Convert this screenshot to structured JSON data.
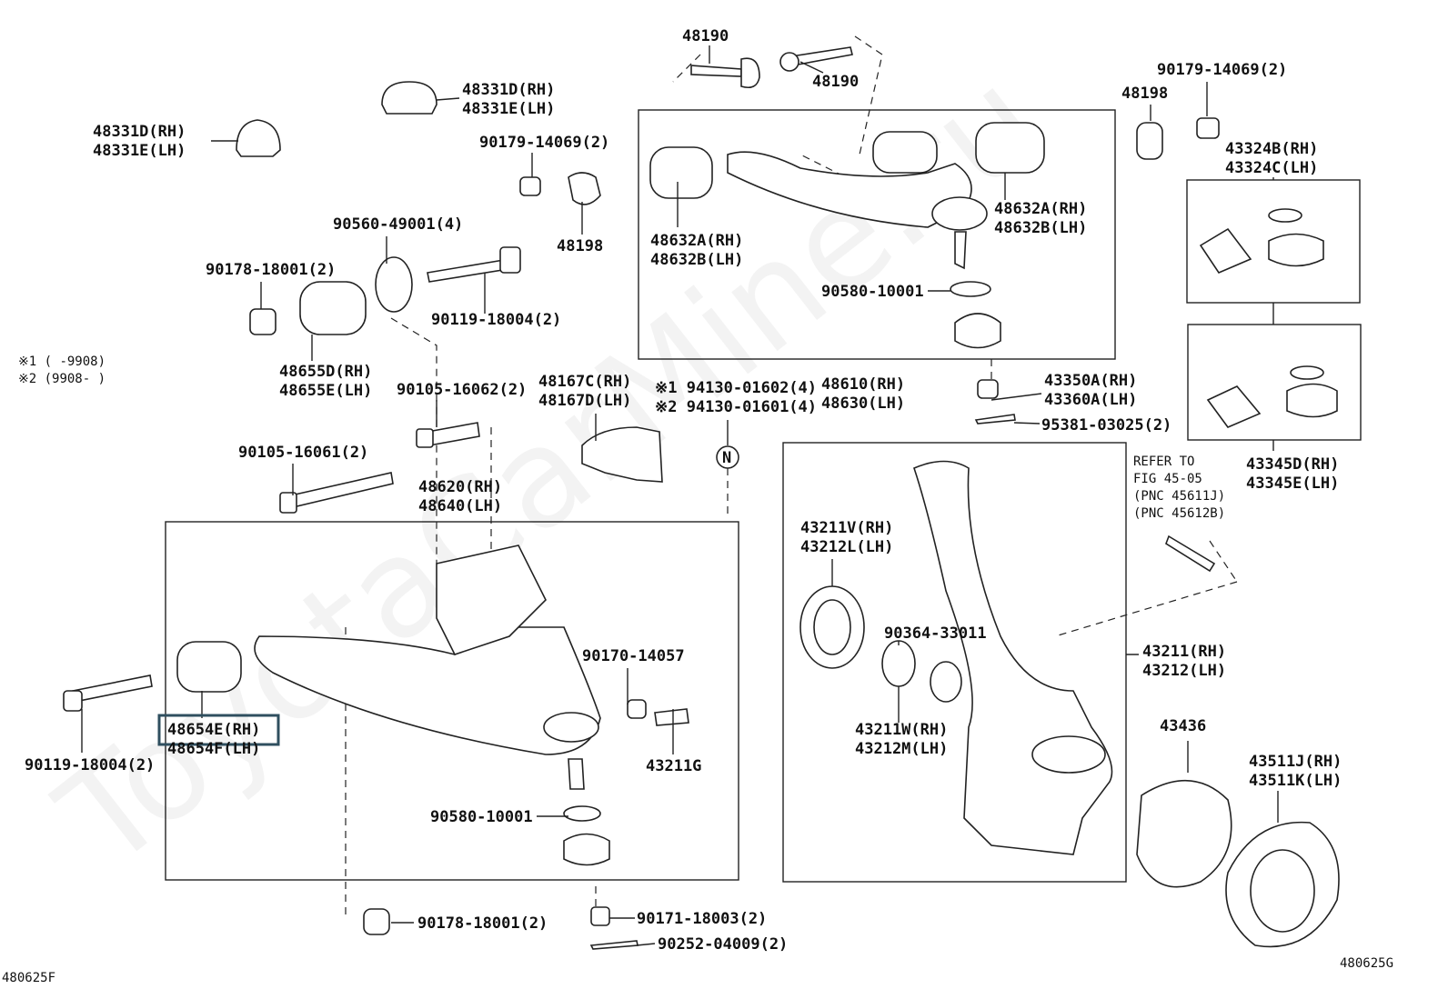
{
  "diagram": {
    "watermark": "ToyotaCarMine.ru",
    "figure_codes": [
      "480625F",
      "480625G"
    ],
    "highlight_color": "#2f4f5f",
    "highlighted_part": "48654E(RH)",
    "labels": [
      [
        "48190"
      ],
      [
        "48190"
      ],
      [
        "48331D(RH)",
        "48331E(LH)"
      ],
      [
        "48331D(RH)",
        "48331E(LH)"
      ],
      [
        "90179-14069(2)"
      ],
      [
        "48198"
      ],
      [
        "90560-49001(4)"
      ],
      [
        "90178-18001(2)"
      ],
      [
        "90119-18004(2)"
      ],
      [
        "48655D(RH)",
        "48655E(LH)"
      ],
      [
        "※1 (     -9908)",
        "※2 (9908-     )"
      ],
      [
        "90105-16062(2)"
      ],
      [
        "90105-16061(2)"
      ],
      [
        "48620(RH)",
        "48640(LH)"
      ],
      [
        "48167C(RH)",
        "48167D(LH)"
      ],
      [
        "※1 94130-01602(4)",
        "※2 94130-01601(4)"
      ],
      [
        "N"
      ],
      [
        "48632A(RH)",
        "48632B(LH)"
      ],
      [
        "48632A(RH)",
        "48632B(LH)"
      ],
      [
        "90580-10001"
      ],
      [
        "48610(RH)",
        "48630(LH)"
      ],
      [
        "48198"
      ],
      [
        "90179-14069(2)"
      ],
      [
        "43324B(RH)",
        "43324C(LH)"
      ],
      [
        "43350A(RH)",
        "43360A(LH)"
      ],
      [
        "95381-03025(2)"
      ],
      [
        "43345D(RH)",
        "43345E(LH)"
      ],
      [
        "REFER TO",
        "FIG 45-05",
        "(PNC 45611J)",
        "(PNC 45612B)"
      ],
      [
        "43211V(RH)",
        "43212L(LH)"
      ],
      [
        "90364-33011"
      ],
      [
        "43211W(RH)",
        "43212M(LH)"
      ],
      [
        "43211(RH)",
        "43212(LH)"
      ],
      [
        "43436"
      ],
      [
        "43511J(RH)",
        "43511K(LH)"
      ],
      [
        "90170-14057"
      ],
      [
        "43211G"
      ],
      [
        "48654E(RH)",
        "48654F(LH)"
      ],
      [
        "90119-18004(2)"
      ],
      [
        "90580-10001"
      ],
      [
        "90178-18001(2)"
      ],
      [
        "90171-18003(2)"
      ],
      [
        "90252-04009(2)"
      ]
    ]
  }
}
